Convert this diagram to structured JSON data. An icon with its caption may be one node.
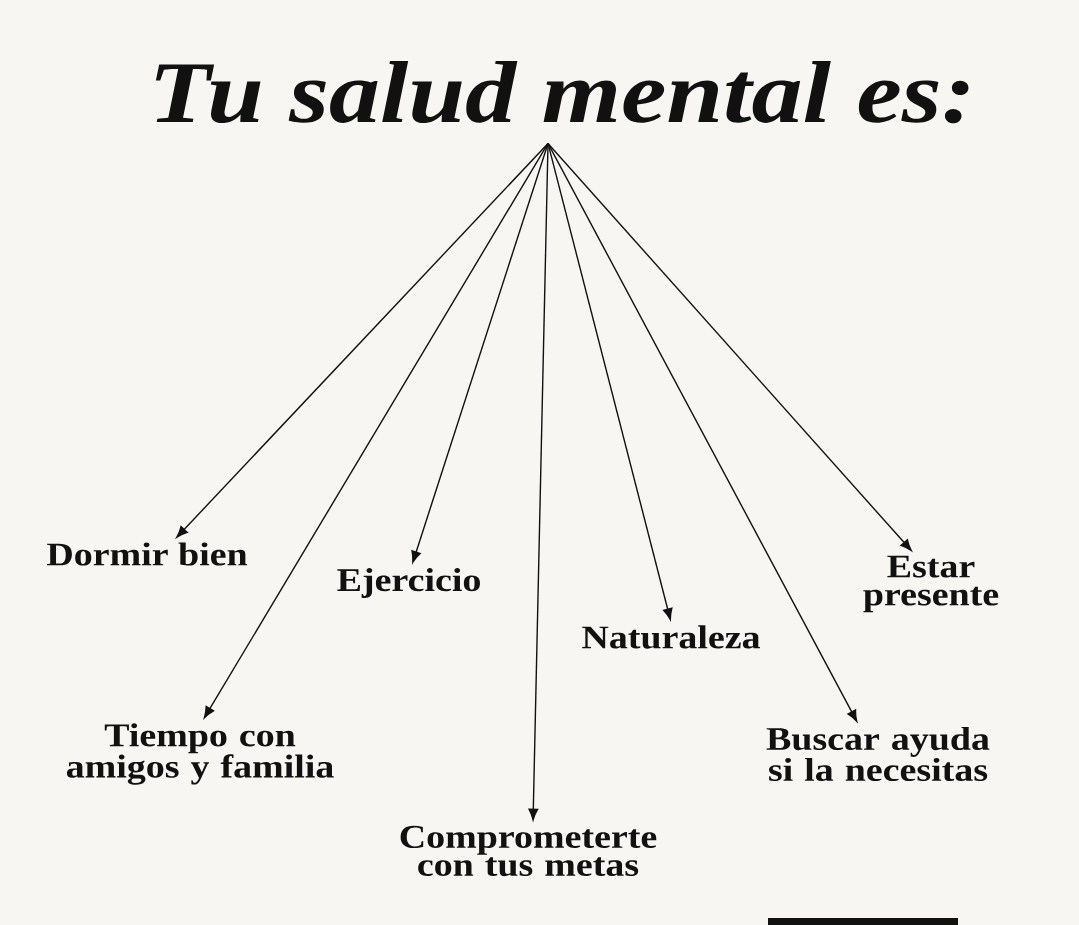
{
  "diagram": {
    "nodes": [
      {
        "text": [
          "Tu salud mental es:"
        ]
      },
      {
        "text": [
          "Dormir bien"
        ]
      },
      {
        "text": [
          "Tiempo con amigos y familia"
        ]
      },
      {
        "text": [
          "Ejercicio"
        ]
      },
      {
        "text": [
          "Comprometerte con tus metas"
        ]
      },
      {
        "text": [
          "Naturaleza"
        ]
      },
      {
        "text": [
          "Buscar ayuda si la necesitas"
        ]
      },
      {
        "text": [
          "Estar presente"
        ]
      }
    ],
    "edges": [
      {
        "from": 0,
        "to": 1,
        "arrow": "to"
      },
      {
        "from": 0,
        "to": 2,
        "arrow": "to"
      },
      {
        "from": 0,
        "to": 3,
        "arrow": "to"
      },
      {
        "from": 0,
        "to": 4,
        "arrow": "to"
      },
      {
        "from": 0,
        "to": 5,
        "arrow": "to"
      },
      {
        "from": 0,
        "to": 6,
        "arrow": "to"
      },
      {
        "from": 0,
        "to": 7,
        "arrow": "to"
      }
    ]
  }
}
